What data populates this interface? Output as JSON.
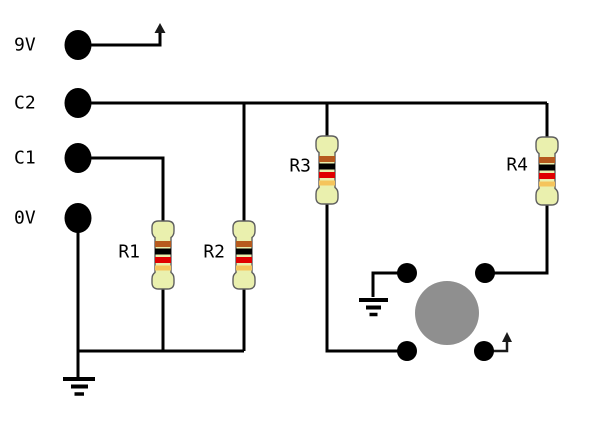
{
  "diagram": {
    "kind": "circuit-diagram",
    "background_color": "#ffffff",
    "wire_color": "#000000",
    "terminal_color": "#000000",
    "terminals": [
      {
        "label": "9V"
      },
      {
        "label": "C2"
      },
      {
        "label": "C1"
      },
      {
        "label": "0V"
      }
    ],
    "resistors": [
      {
        "label": "R1"
      },
      {
        "label": "R2"
      },
      {
        "label": "R3"
      },
      {
        "label": "R4"
      }
    ],
    "resistor_style": {
      "body_color": "#eaf0ae",
      "outline_color": "#5f5f5f",
      "band_colors": [
        "#b65a1d",
        "#000000",
        "#e00000",
        "#f5c45c"
      ],
      "band_names": [
        "brown",
        "black",
        "red",
        "gold"
      ]
    },
    "ic": {
      "body_color": "#8f8f8f",
      "pin_color": "#000000",
      "pin_count": 4
    },
    "ground_count": 2,
    "arrow_count": 2
  }
}
